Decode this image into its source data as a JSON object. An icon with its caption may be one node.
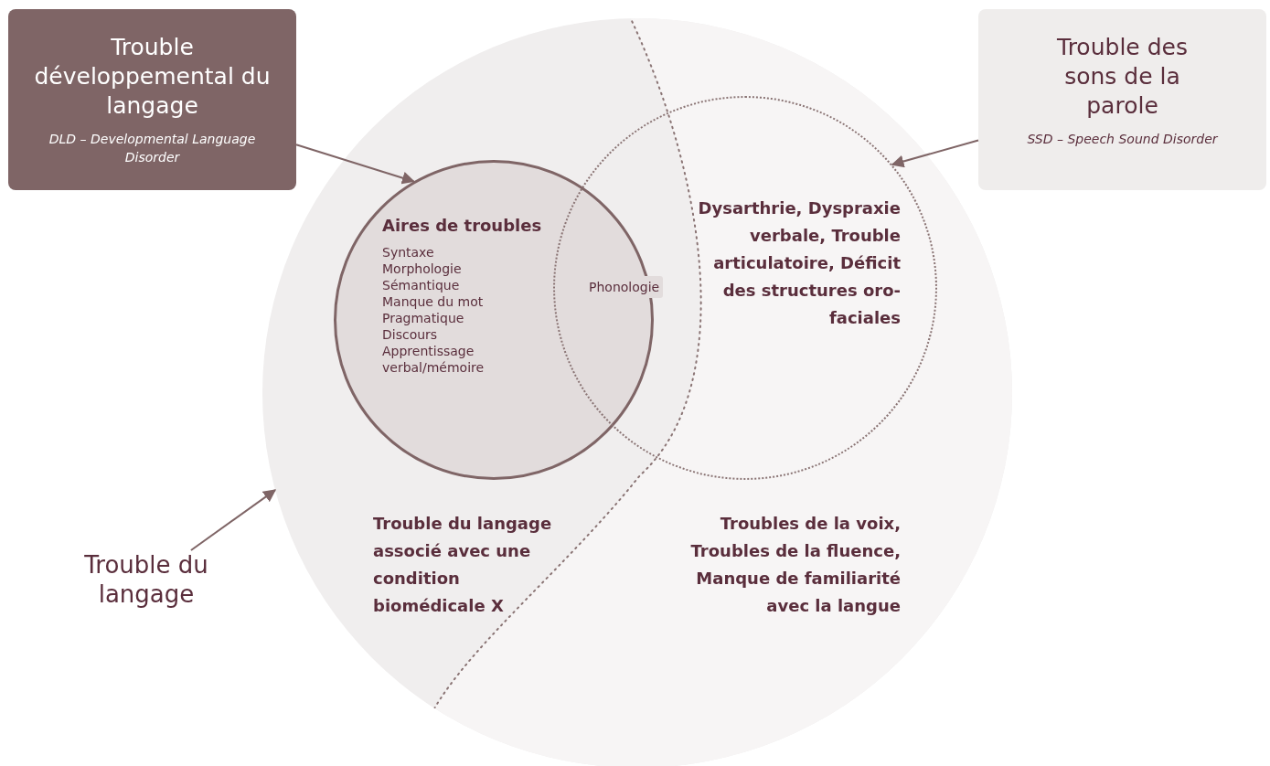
{
  "diagram": {
    "nodes": [
      {
        "text": [
          "Trouble développemental du langage",
          "DLD – Developmental Language Disorder"
        ]
      },
      {
        "text": [
          "Trouble des sons de la parole",
          "SSD – Speech Sound Disorder"
        ]
      },
      {
        "text": [],
        "shape": "circle"
      },
      {
        "text": [
          "Aires de troubles",
          "Syntaxe",
          "Morphologie",
          "Sémantique",
          "Manque du mot",
          "Pragmatique",
          "Discours",
          "Apprentissage verbal/mémoire"
        ],
        "in": 2
      },
      {
        "text": [
          "Dysarthrie, Dyspraxie verbale, Trouble articulatoire, Déficit des structures oro-faciales"
        ],
        "in": 2
      },
      {
        "text": [
          "Trouble du langage"
        ]
      }
    ],
    "edges": [
      {
        "from": 0,
        "to": 3,
        "arrow": "to"
      },
      {
        "from": 1,
        "to": 4,
        "arrow": "to"
      },
      {
        "from": 5,
        "to": 2,
        "arrow": "to"
      }
    ],
    "labels": [
      "Phonologie",
      "Trouble du langage associé avec une condition biomédicale X",
      "Troubles de la voix, Troubles de la fluence, Manque de familiarité avec la langue"
    ]
  }
}
